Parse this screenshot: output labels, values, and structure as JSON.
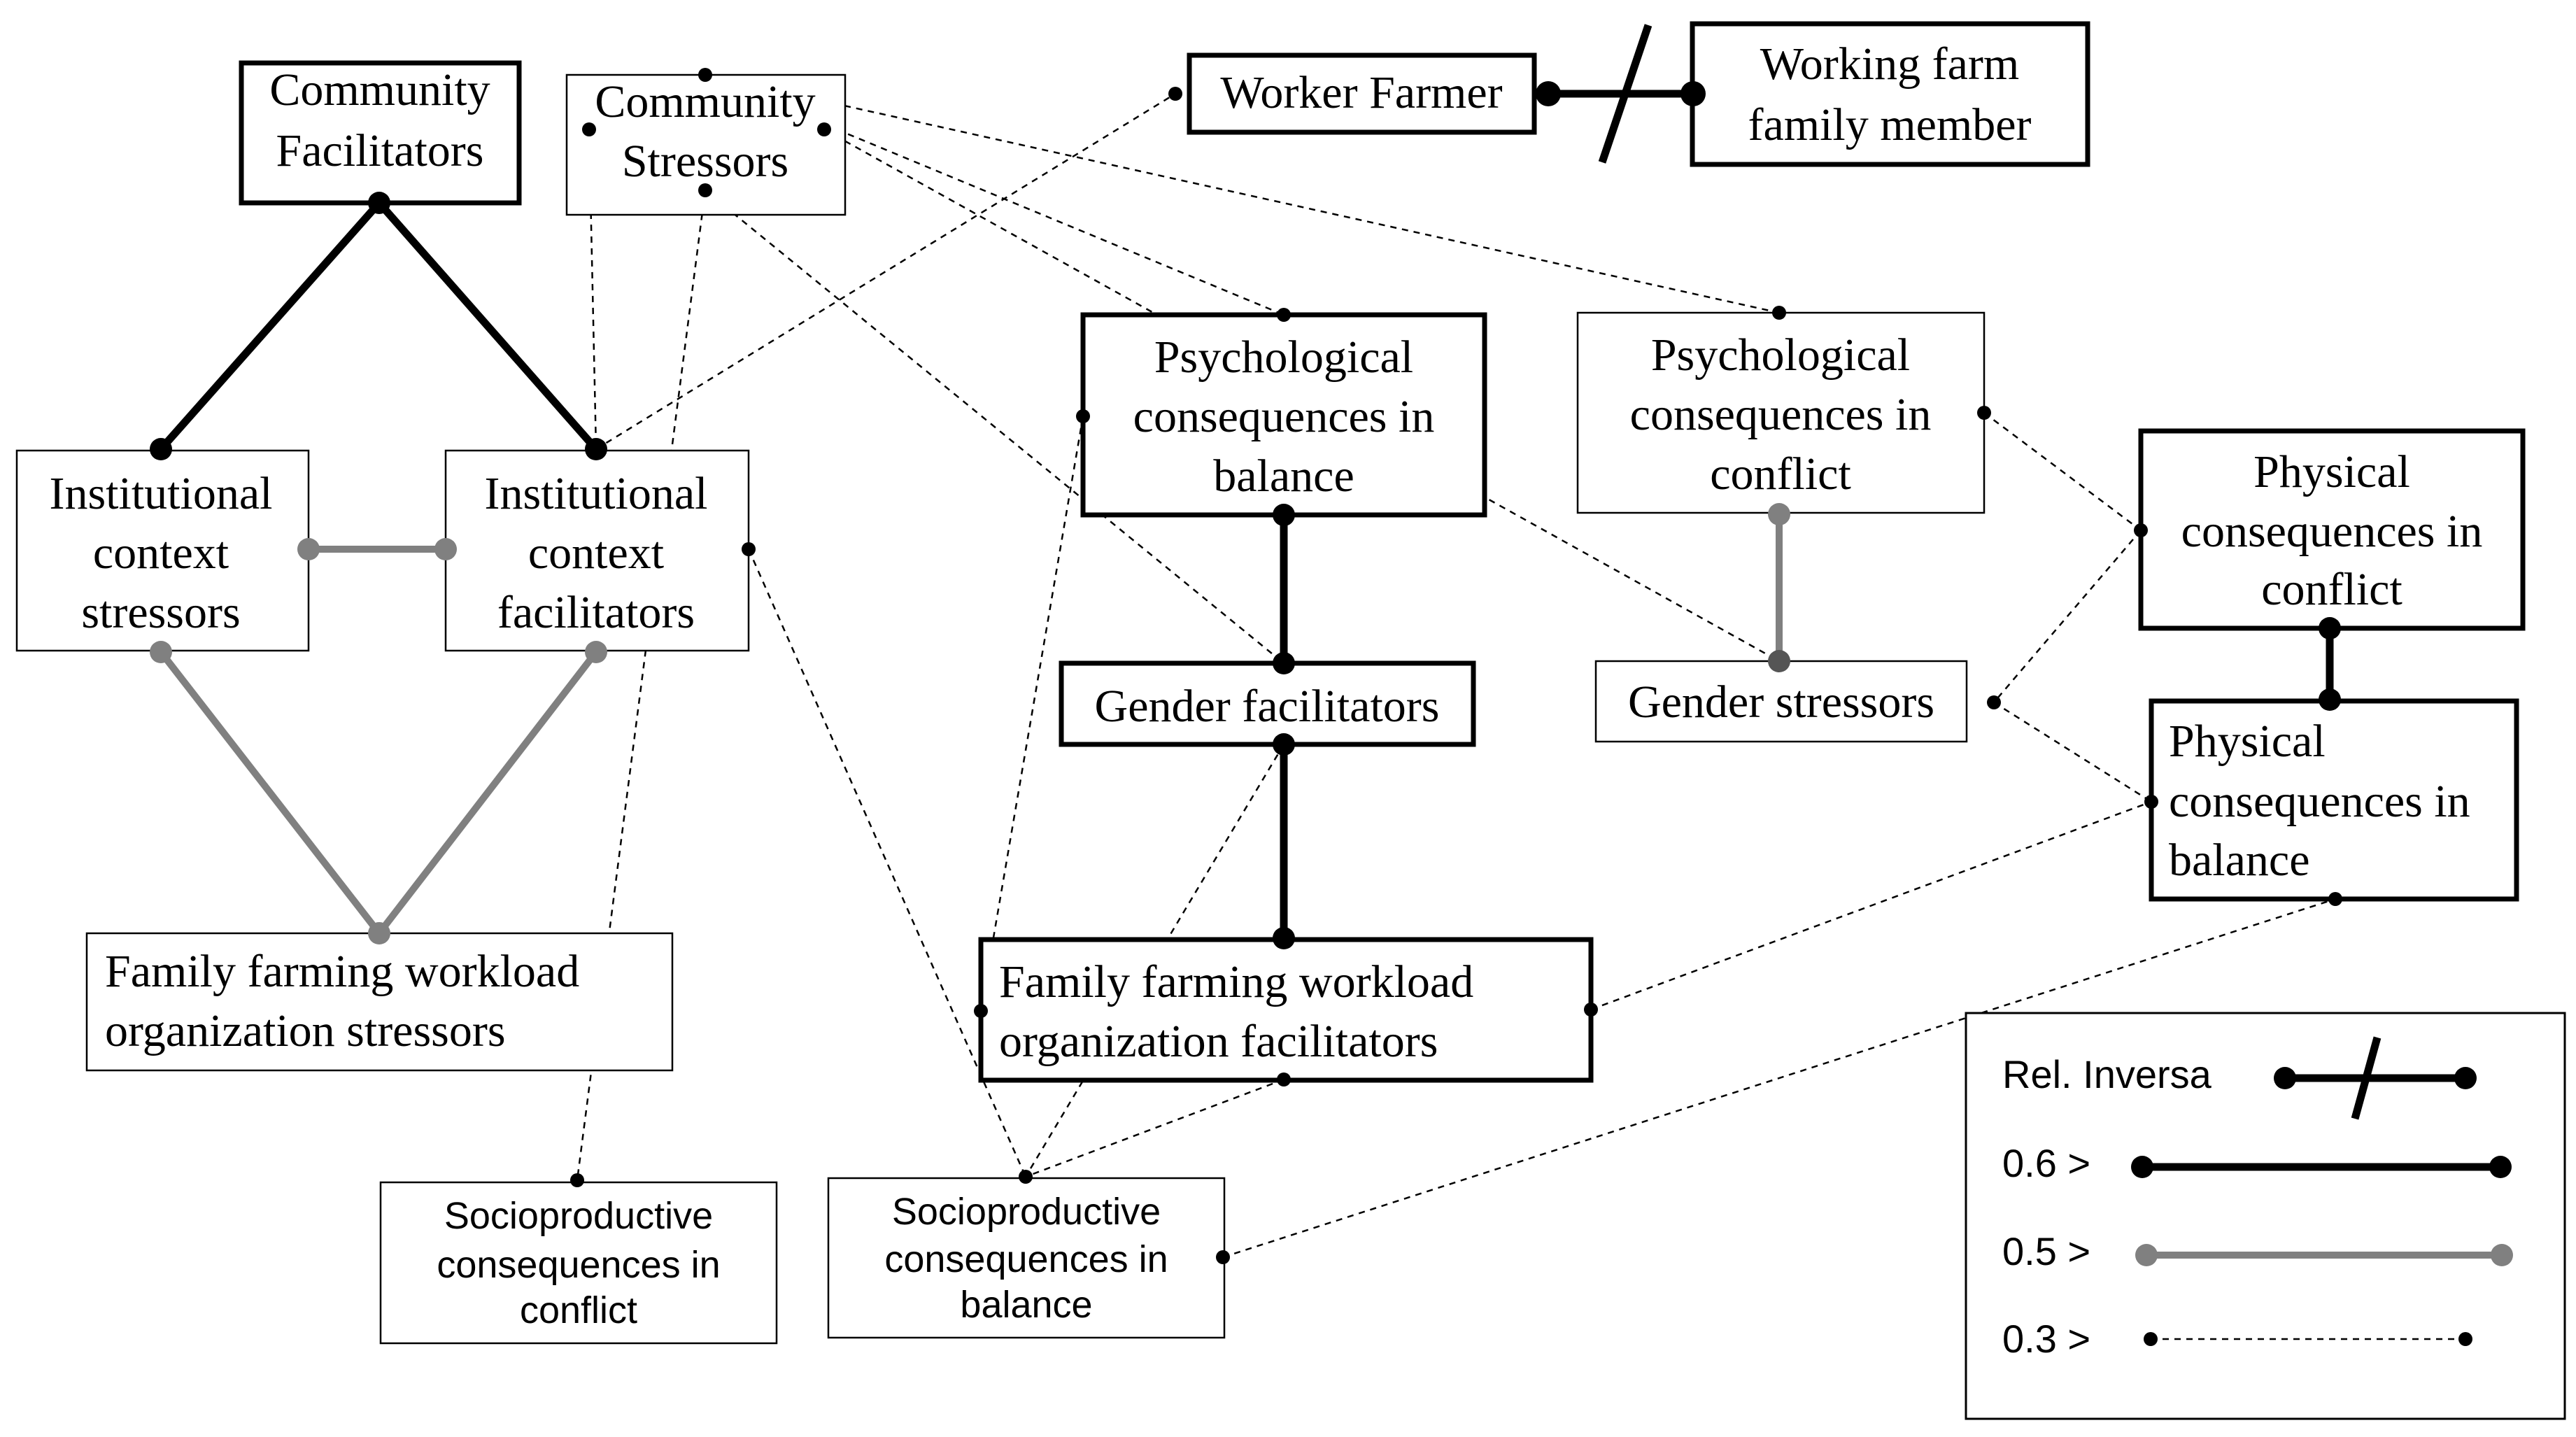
{
  "nodes": {
    "community_facilitators": {
      "lines": [
        "Community",
        "Facilitators"
      ]
    },
    "community_stressors": {
      "lines": [
        "Community",
        "Stressors"
      ]
    },
    "worker_farmer": {
      "lines": [
        "Worker Farmer"
      ]
    },
    "working_farm_family_member": {
      "lines": [
        "Working farm",
        "family member"
      ]
    },
    "institutional_context_stressors": {
      "lines": [
        "Institutional",
        "context",
        "stressors"
      ]
    },
    "institutional_context_facilitators": {
      "lines": [
        "Institutional",
        "context",
        "facilitators"
      ]
    },
    "psych_balance": {
      "lines": [
        "Psychological",
        "consequences in",
        "balance"
      ]
    },
    "psych_conflict": {
      "lines": [
        "Psychological",
        "consequences in",
        "conflict"
      ]
    },
    "physical_conflict": {
      "lines": [
        "Physical",
        "consequences in",
        "conflict"
      ]
    },
    "physical_balance": {
      "lines": [
        "Physical",
        "consequences in",
        "balance"
      ]
    },
    "gender_facilitators": {
      "lines": [
        "Gender facilitators"
      ]
    },
    "gender_stressors": {
      "lines": [
        "Gender stressors"
      ]
    },
    "ff_workload_stressors": {
      "lines": [
        "Family farming workload",
        "organization stressors"
      ]
    },
    "ff_workload_facilitators": {
      "lines": [
        "Family farming workload",
        "organization facilitators"
      ]
    },
    "socio_conflict": {
      "lines": [
        "Socioproductive",
        "consequences in",
        "conflict"
      ]
    },
    "socio_balance": {
      "lines": [
        "Socioproductive",
        "consequences in",
        "balance"
      ]
    }
  },
  "legend": {
    "inverse": "Rel. Inversa",
    "strong": "0.6 >",
    "medium": "0.5 >",
    "weak": "0.3 >"
  },
  "colors": {
    "strong": "#000000",
    "medium": "#808080",
    "weak": "#000000"
  }
}
